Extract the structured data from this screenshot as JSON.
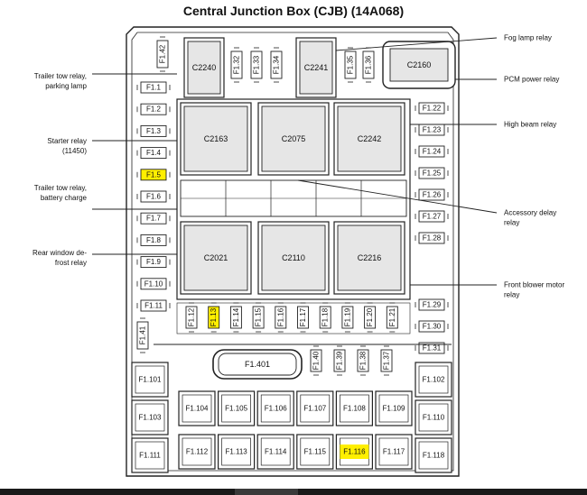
{
  "title": "Central Junction Box (CJB) (14A068)",
  "colors": {
    "highlight": "#ffef00",
    "line": "#222222",
    "relay_fill": "#e6e6e6",
    "background": "#ffffff"
  },
  "left_labels": [
    "Trailer tow relay,\nparking lamp",
    "Starter relay\n(11450)",
    "Trailer tow relay,\nbattery charge",
    "Rear window de-\nfrost relay"
  ],
  "right_labels": [
    "Fog lamp relay",
    "PCM power relay",
    "High beam relay",
    "Accessory delay\nrelay",
    "Front blower motor\nrelay"
  ],
  "connectors_top": [
    "C2240",
    "C2241",
    "C2160"
  ],
  "connectors_grid": [
    "C2163",
    "C2075",
    "C2242",
    "C2021",
    "C2110",
    "C2216"
  ],
  "fuses_left_column": [
    "F1.1",
    "F1.2",
    "F1.3",
    "F1.4",
    "F1.5",
    "F1.6",
    "F1.7",
    "F1.8",
    "F1.9",
    "F1.10",
    "F1.11"
  ],
  "fuses_right_column": [
    "F1.22",
    "F1.23",
    "F1.24",
    "F1.25",
    "F1.26",
    "F1.27",
    "F1.28",
    "F1.29",
    "F1.30",
    "F1.31"
  ],
  "fuse_top_left": "F1.42",
  "fuses_top_middle": [
    "F1.32",
    "F1.33",
    "F1.34"
  ],
  "fuses_top_right": [
    "F1.35",
    "F1.36"
  ],
  "fuses_bottom_row": [
    "F1.12",
    "F1.13",
    "F1.14",
    "F1.15",
    "F1.16",
    "F1.17",
    "F1.18",
    "F1.19",
    "F1.20",
    "F1.21"
  ],
  "fuse_side_left": "F1.41",
  "fuses_lower_vertical": [
    "F1.40",
    "F1.39",
    "F1.38",
    "F1.37"
  ],
  "fuse_large_center": "F1.401",
  "maxi_fuses_left": [
    "F1.101",
    "F1.103",
    "F1.111"
  ],
  "maxi_fuses_right": [
    "F1.102",
    "F1.110",
    "F1.118"
  ],
  "maxi_fuses_row1": [
    "F1.104",
    "F1.105",
    "F1.106",
    "F1.107",
    "F1.108",
    "F1.109"
  ],
  "maxi_fuses_row2": [
    "F1.112",
    "F1.113",
    "F1.114",
    "F1.115",
    "F1.116",
    "F1.117"
  ],
  "highlighted": [
    "F1.5",
    "F1.13",
    "F1.116"
  ]
}
